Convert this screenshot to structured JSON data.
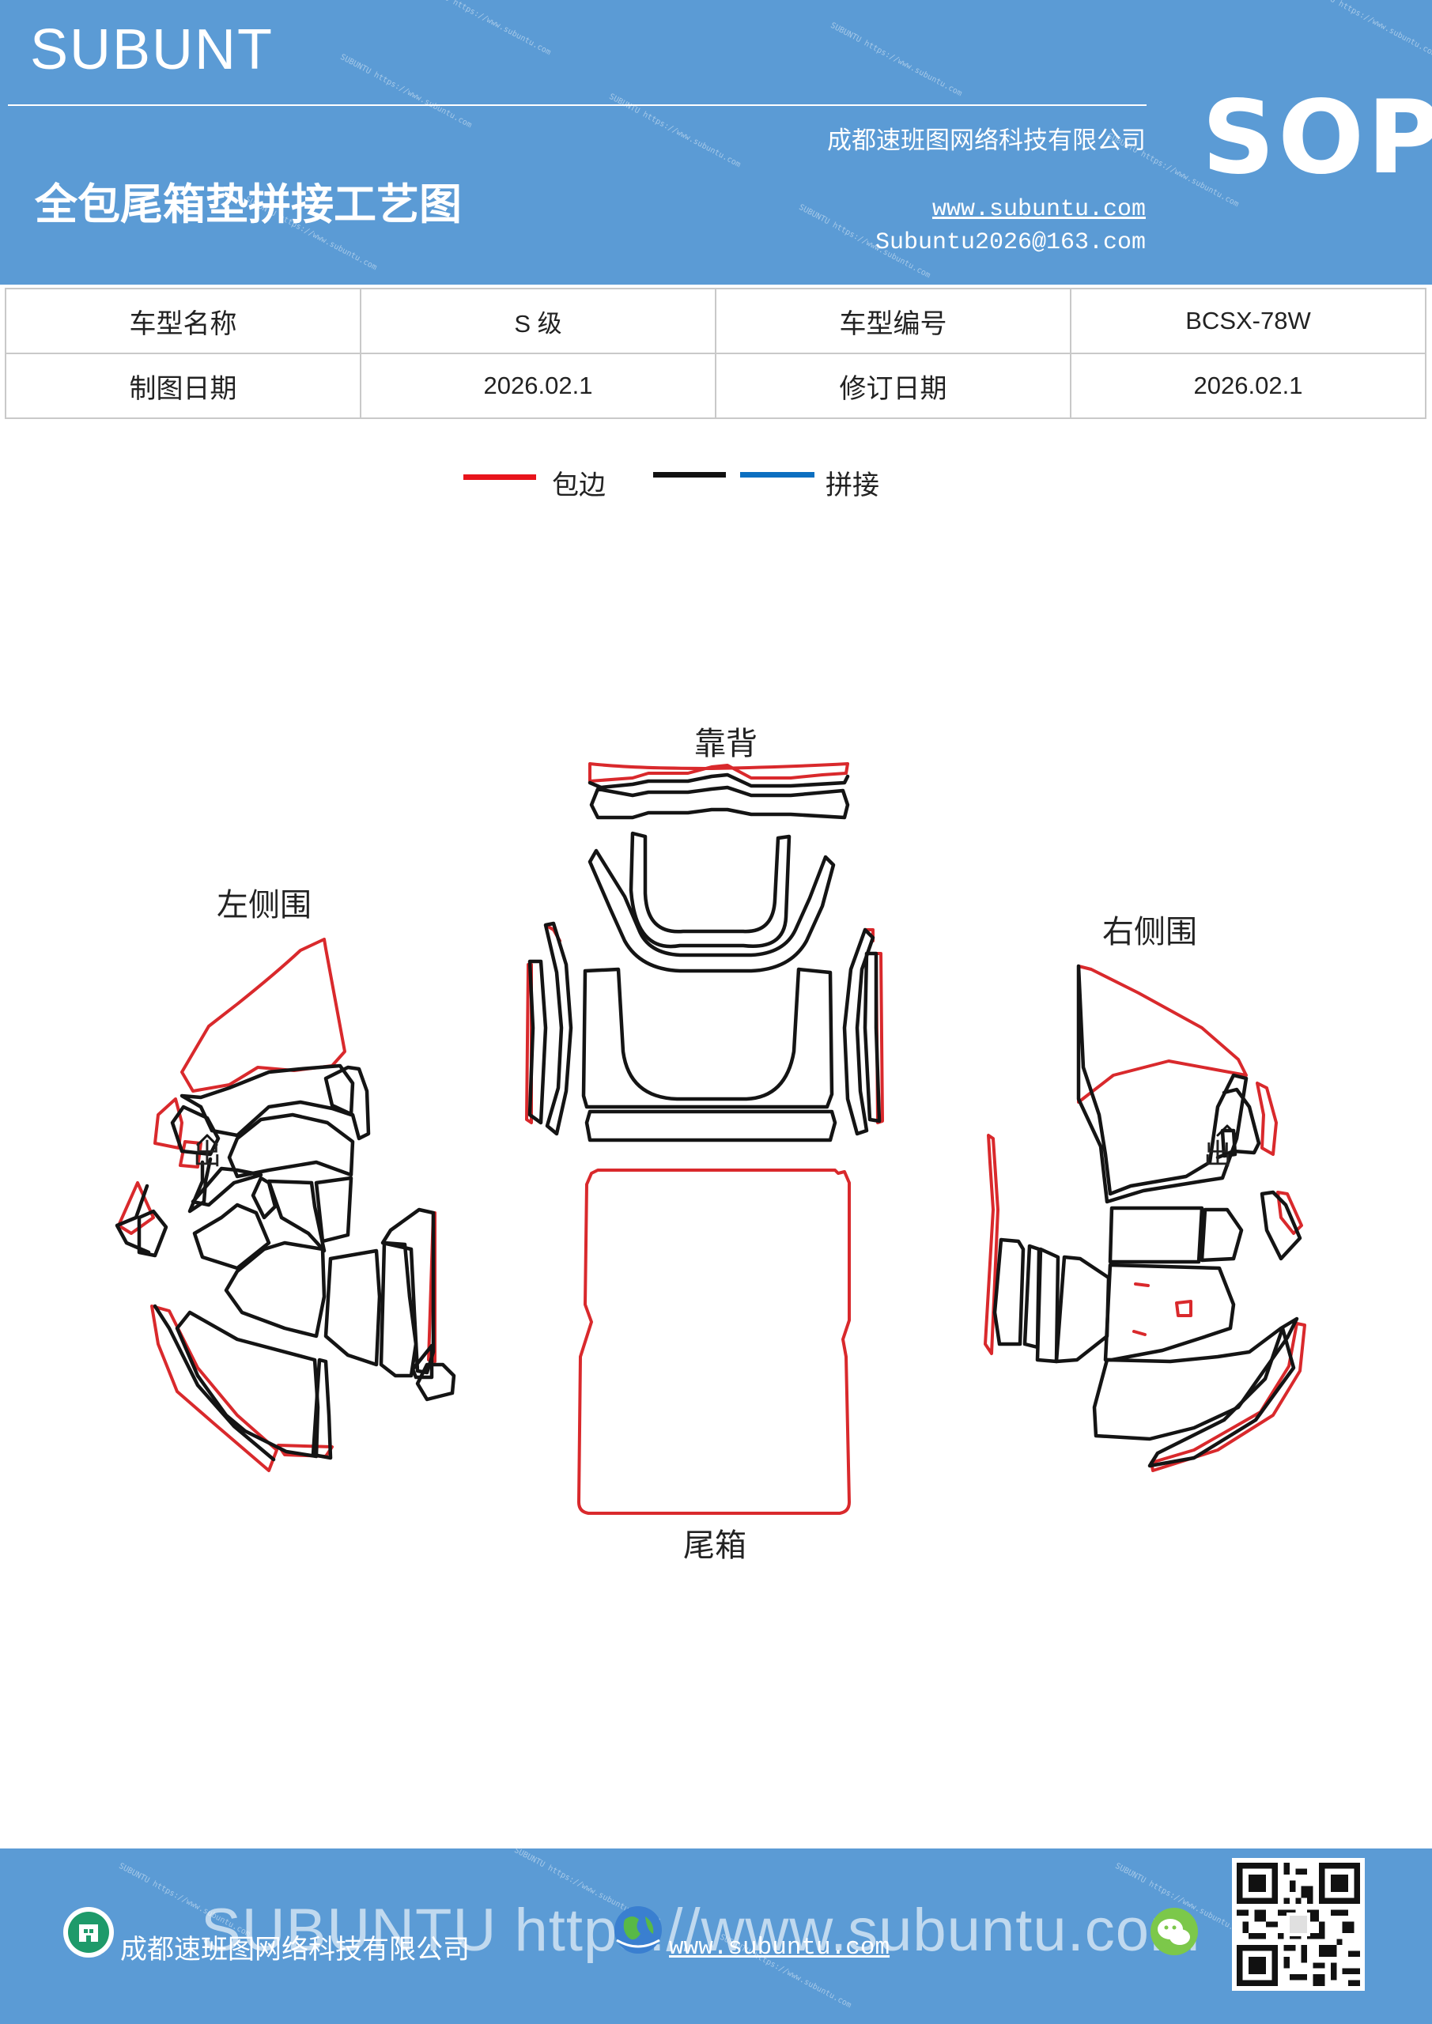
{
  "header": {
    "brand": "SUBUNT",
    "title": "全包尾箱垫拼接工艺图",
    "company": "成都速班图网络科技有限公司",
    "website": "www.subuntu.com",
    "email": "Subuntu2026@163.com",
    "sop": "SOP",
    "watermark_text": "SUBUNTU https://www.subuntu.com"
  },
  "info_table": {
    "rows": [
      [
        {
          "label": "车型名称"
        },
        {
          "value": "S 级"
        },
        {
          "label": "车型编号"
        },
        {
          "value": "BCSX-78W"
        }
      ],
      [
        {
          "label": "制图日期"
        },
        {
          "value": "2026.02.1"
        },
        {
          "label": "修订日期"
        },
        {
          "value": "2026.02.1"
        }
      ]
    ]
  },
  "legend": {
    "items": [
      {
        "label": "包边",
        "color": "#e8141b"
      },
      {
        "label": "",
        "color": "#111111"
      },
      {
        "label": "拼接",
        "color": "#0c6fc0"
      }
    ]
  },
  "diagram": {
    "labels": {
      "backrest": "靠背",
      "left_side": "左侧围",
      "right_side": "右侧围",
      "trunk": "尾箱",
      "out_left": "出",
      "out_right": "出"
    },
    "colors": {
      "edge": "#d9292c",
      "seam": "#141414",
      "splice": "#0c6fc0"
    }
  },
  "footer": {
    "watermark": "SUBUNTU https://www.subuntu.com",
    "company": "成都速班图网络科技有限公司",
    "website": "www.subuntu.com",
    "icons": [
      "building-icon",
      "globe-icon",
      "wechat-icon",
      "qr-code"
    ]
  }
}
